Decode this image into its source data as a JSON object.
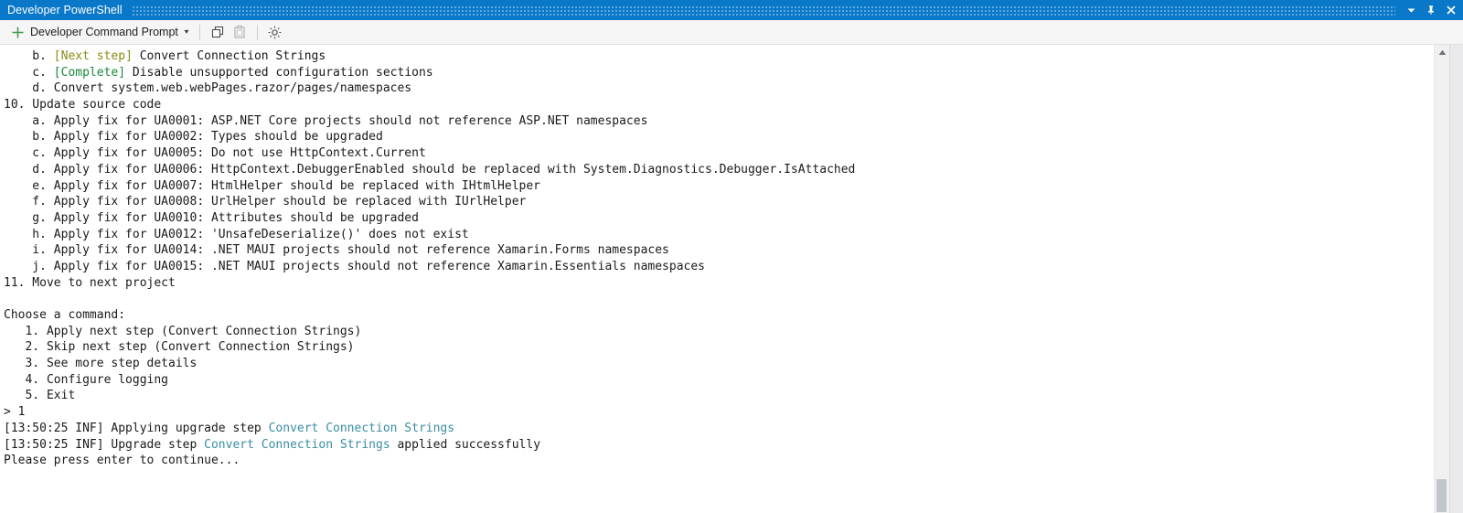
{
  "window": {
    "title": "Developer PowerShell",
    "controls": [
      {
        "name": "chevron-down-icon",
        "label": "▼"
      },
      {
        "name": "pin-icon",
        "label": "Pin"
      },
      {
        "name": "close-icon",
        "label": "×"
      }
    ]
  },
  "toolbar": {
    "new_tab_icon": "plus-icon",
    "profile_label": "Developer Command Prompt",
    "profile_caret": "▾",
    "copy_icon": "copy-icon",
    "paste_icon": "paste-icon",
    "settings_icon": "gear-icon"
  },
  "colors": {
    "titlebar_blue": "#0a78c8",
    "next_step_olive": "#8a8a17",
    "complete_green": "#17883a",
    "step_name_teal": "#3a8da3",
    "terminal_bg": "#ffffff",
    "terminal_fg": "#1a1a1a"
  },
  "terminal": {
    "lines": [
      {
        "segments": [
          {
            "text": "    b. ",
            "color": "default"
          },
          {
            "text": "[Next step]",
            "color": "olive"
          },
          {
            "text": " Convert Connection Strings",
            "color": "default"
          }
        ]
      },
      {
        "segments": [
          {
            "text": "    c. ",
            "color": "default"
          },
          {
            "text": "[Complete]",
            "color": "green"
          },
          {
            "text": " Disable unsupported configuration sections",
            "color": "default"
          }
        ]
      },
      {
        "segments": [
          {
            "text": "    d. Convert system.web.webPages.razor/pages/namespaces",
            "color": "default"
          }
        ]
      },
      {
        "segments": [
          {
            "text": "10. Update source code",
            "color": "default"
          }
        ]
      },
      {
        "segments": [
          {
            "text": "    a. Apply fix for UA0001: ASP.NET Core projects should not reference ASP.NET namespaces",
            "color": "default"
          }
        ]
      },
      {
        "segments": [
          {
            "text": "    b. Apply fix for UA0002: Types should be upgraded",
            "color": "default"
          }
        ]
      },
      {
        "segments": [
          {
            "text": "    c. Apply fix for UA0005: Do not use HttpContext.Current",
            "color": "default"
          }
        ]
      },
      {
        "segments": [
          {
            "text": "    d. Apply fix for UA0006: HttpContext.DebuggerEnabled should be replaced with System.Diagnostics.Debugger.IsAttached",
            "color": "default"
          }
        ]
      },
      {
        "segments": [
          {
            "text": "    e. Apply fix for UA0007: HtmlHelper should be replaced with IHtmlHelper",
            "color": "default"
          }
        ]
      },
      {
        "segments": [
          {
            "text": "    f. Apply fix for UA0008: UrlHelper should be replaced with IUrlHelper",
            "color": "default"
          }
        ]
      },
      {
        "segments": [
          {
            "text": "    g. Apply fix for UA0010: Attributes should be upgraded",
            "color": "default"
          }
        ]
      },
      {
        "segments": [
          {
            "text": "    h. Apply fix for UA0012: 'UnsafeDeserialize()' does not exist",
            "color": "default"
          }
        ]
      },
      {
        "segments": [
          {
            "text": "    i. Apply fix for UA0014: .NET MAUI projects should not reference Xamarin.Forms namespaces",
            "color": "default"
          }
        ]
      },
      {
        "segments": [
          {
            "text": "    j. Apply fix for UA0015: .NET MAUI projects should not reference Xamarin.Essentials namespaces",
            "color": "default"
          }
        ]
      },
      {
        "segments": [
          {
            "text": "11. Move to next project",
            "color": "default"
          }
        ]
      },
      {
        "segments": [
          {
            "text": "",
            "color": "default"
          }
        ]
      },
      {
        "segments": [
          {
            "text": "Choose a command:",
            "color": "default"
          }
        ]
      },
      {
        "segments": [
          {
            "text": "   1. Apply next step (Convert Connection Strings)",
            "color": "default"
          }
        ]
      },
      {
        "segments": [
          {
            "text": "   2. Skip next step (Convert Connection Strings)",
            "color": "default"
          }
        ]
      },
      {
        "segments": [
          {
            "text": "   3. See more step details",
            "color": "default"
          }
        ]
      },
      {
        "segments": [
          {
            "text": "   4. Configure logging",
            "color": "default"
          }
        ]
      },
      {
        "segments": [
          {
            "text": "   5. Exit",
            "color": "default"
          }
        ]
      },
      {
        "segments": [
          {
            "text": "> 1",
            "color": "default"
          }
        ]
      },
      {
        "segments": [
          {
            "text": "[13:50:25 INF] Applying upgrade step ",
            "color": "default"
          },
          {
            "text": "Convert Connection Strings",
            "color": "teal"
          }
        ]
      },
      {
        "segments": [
          {
            "text": "[13:50:25 INF] Upgrade step ",
            "color": "default"
          },
          {
            "text": "Convert Connection Strings",
            "color": "teal"
          },
          {
            "text": " applied successfully",
            "color": "default"
          }
        ]
      },
      {
        "segments": [
          {
            "text": "Please press enter to continue...",
            "color": "default"
          }
        ]
      }
    ]
  },
  "scrollbar": {
    "up_arrow_icon": "scroll-up-arrow-icon",
    "thumb": "scrollbar-thumb"
  }
}
